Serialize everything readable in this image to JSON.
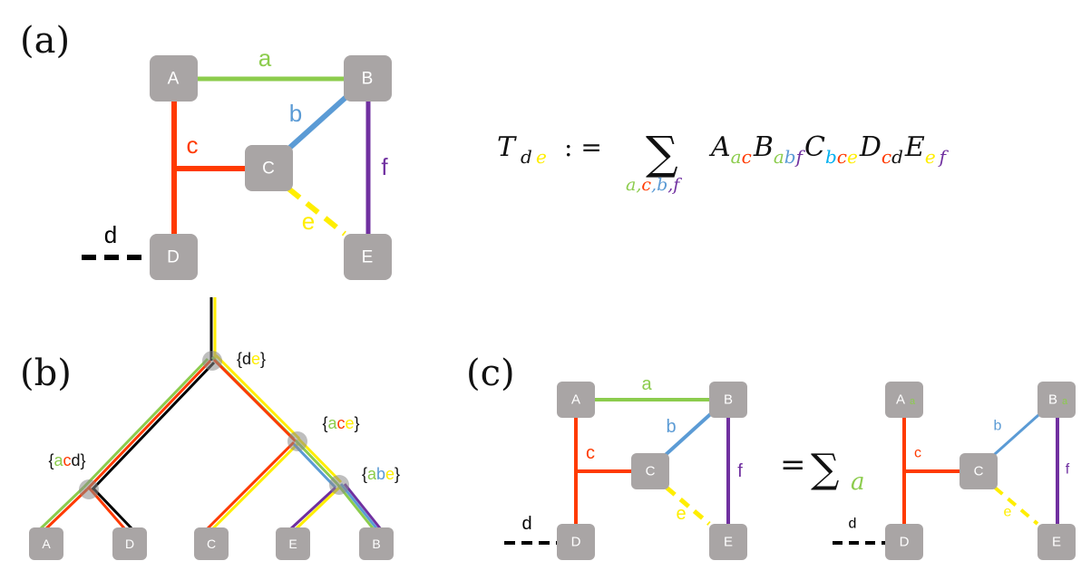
{
  "panels": {
    "a": "(a)",
    "b": "(b)",
    "c": "(c)"
  },
  "colors": {
    "a": "#8ccc4d",
    "b": "#5b9bd5",
    "c": "#ff3a00",
    "d": "#000000",
    "e": "#ffee00",
    "f": "#7030a0",
    "node": "#a9a5a5",
    "branch_gray": "#777777"
  },
  "graph": {
    "nodes": {
      "A": "A",
      "B": "B",
      "C": "C",
      "D": "D",
      "E": "E"
    },
    "edges": {
      "a": "a",
      "b": "b",
      "c": "c",
      "d": "d",
      "e": "e",
      "f": "f"
    }
  },
  "formula": {
    "lhs": "T",
    "lhs_sub": [
      "d",
      "e"
    ],
    "assign": ": =",
    "sum": "∑",
    "sum_indices": [
      {
        "text": "a",
        "color": "a"
      },
      {
        "text": ",",
        "color": "a"
      },
      {
        "text": "c",
        "color": "c"
      },
      {
        "text": ",",
        "color": "b"
      },
      {
        "text": "b",
        "color": "b"
      },
      {
        "text": ",",
        "color": "f"
      },
      {
        "text": "f",
        "color": "f"
      }
    ],
    "factors": [
      {
        "name": "A",
        "subs": [
          "a",
          "c"
        ]
      },
      {
        "name": "B",
        "subs": [
          "a",
          "b",
          "f"
        ]
      },
      {
        "name": "C",
        "subs": [
          "b",
          "c",
          "e"
        ]
      },
      {
        "name": "D",
        "subs": [
          "c",
          "d"
        ]
      },
      {
        "name": "E",
        "subs": [
          "e",
          "f"
        ]
      }
    ]
  },
  "tree": {
    "leaves": [
      "A",
      "D",
      "C",
      "E",
      "B"
    ],
    "sets": [
      {
        "open": "{",
        "parts": [
          "d",
          "e"
        ],
        "close": "}"
      },
      {
        "open": "{",
        "parts": [
          "a",
          "c",
          "e"
        ],
        "close": "}"
      },
      {
        "open": "{",
        "parts": [
          "a",
          "c",
          "d"
        ],
        "close": "}"
      },
      {
        "open": "{",
        "parts": [
          "a",
          "b",
          "e"
        ],
        "close": "}"
      }
    ]
  },
  "panel_c": {
    "equals": "=",
    "sum": "∑",
    "sum_index": "a",
    "reduced_nodes": {
      "A": "A",
      "B": "B"
    }
  }
}
